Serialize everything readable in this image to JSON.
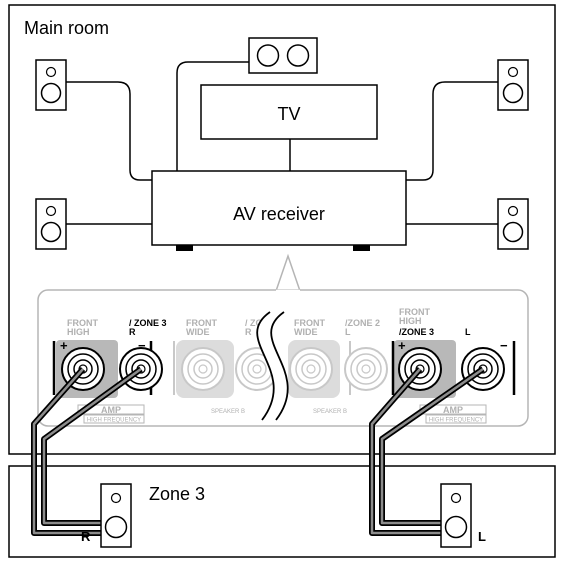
{
  "rooms": {
    "main_room": "Main room",
    "zone3": "Zone 3"
  },
  "devices": {
    "tv": "TV",
    "receiver": "AV receiver"
  },
  "panel": {
    "terminals": [
      {
        "line1": "FRONT",
        "line2": "HIGH"
      },
      {
        "line1": "/ ZONE 3",
        "line2": "R"
      },
      {
        "line1": "FRONT",
        "line2": "WIDE"
      },
      {
        "line1": "/ ZO",
        "line2": "R"
      },
      {
        "line1": "FRONT",
        "line2": "WIDE"
      },
      {
        "line1": "/ZONE 2",
        "line2": "L"
      },
      {
        "line1": "FRONT",
        "line2": "HIGH",
        "line3": "/ZONE 3"
      },
      {
        "line1": "L",
        "line2": ""
      }
    ],
    "speaker_b": "SPEAKER B",
    "amp": "AMP",
    "high_frequency": "HIGH FREQUENCY",
    "plus": "+",
    "minus": "−"
  },
  "speakers": {
    "right": "R",
    "left": "L"
  }
}
